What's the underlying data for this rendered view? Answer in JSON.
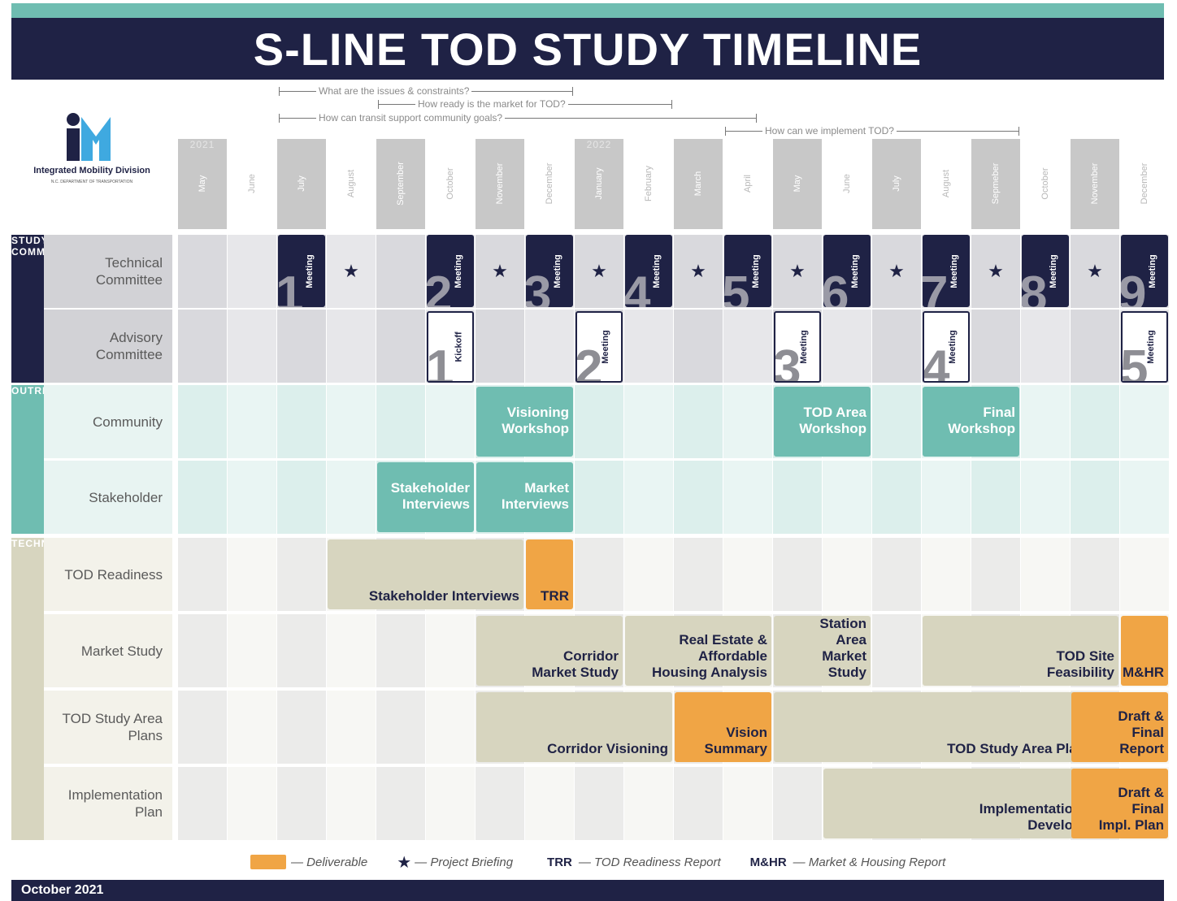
{
  "title": "S-LINE TOD STUDY TIMELINE",
  "footer": "October 2021",
  "logo": {
    "org": "Integrated Mobility Division",
    "sub": "N.C. DEPARTMENT OF TRANSPORTATION",
    "icon": "im-logo-icon"
  },
  "colors": {
    "navy": "#1f2245",
    "teal": "#6fbdb1",
    "tan": "#d7d5bf",
    "orange": "#f0a545",
    "gray": "#c8c8c8"
  },
  "questions": [
    {
      "text": "What are the issues & constraints?",
      "start": 2,
      "end": 8
    },
    {
      "text": "How ready is the market for TOD?",
      "start": 4,
      "end": 10
    },
    {
      "text": "How can transit support community goals?",
      "start": 2,
      "end": 12
    },
    {
      "text": "How can we implement TOD?",
      "start": 11,
      "end": 17
    }
  ],
  "months": [
    {
      "label": "May",
      "year": "2021",
      "shaded": true
    },
    {
      "label": "June",
      "shaded": false
    },
    {
      "label": "July",
      "shaded": true
    },
    {
      "label": "August",
      "shaded": false
    },
    {
      "label": "September",
      "shaded": true
    },
    {
      "label": "October",
      "shaded": false
    },
    {
      "label": "November",
      "shaded": true
    },
    {
      "label": "December",
      "shaded": false
    },
    {
      "label": "January",
      "year": "2022",
      "shaded": true
    },
    {
      "label": "February",
      "shaded": false
    },
    {
      "label": "March",
      "shaded": true
    },
    {
      "label": "April",
      "shaded": false
    },
    {
      "label": "May",
      "shaded": true
    },
    {
      "label": "June",
      "shaded": false
    },
    {
      "label": "July",
      "shaded": true
    },
    {
      "label": "August",
      "shaded": false
    },
    {
      "label": "Sepmeber",
      "shaded": true
    },
    {
      "label": "October",
      "shaded": false
    },
    {
      "label": "November",
      "shaded": true
    },
    {
      "label": "December",
      "shaded": false
    }
  ],
  "sections": [
    {
      "name": "STUDY COMMITTEES",
      "rows": [
        0,
        1
      ]
    },
    {
      "name": "OUTREACH",
      "rows": [
        2,
        3
      ]
    },
    {
      "name": "TECHNICAL",
      "rows": [
        4,
        5,
        6,
        7
      ]
    }
  ],
  "rows": [
    "Technical Committee",
    "Advisory Committee",
    "Community",
    "Stakeholder",
    "TOD Readiness",
    "Market Study",
    "TOD Study Area Plans",
    "Implementation Plan"
  ],
  "technical_meetings": [
    {
      "num": "1",
      "label": "Meeting",
      "month": 2
    },
    {
      "num": "2",
      "label": "Meeting",
      "month": 5
    },
    {
      "num": "3",
      "label": "Meeting",
      "month": 7
    },
    {
      "num": "4",
      "label": "Meeting",
      "month": 9
    },
    {
      "num": "5",
      "label": "Meeting",
      "month": 11
    },
    {
      "num": "6",
      "label": "Meeting",
      "month": 13
    },
    {
      "num": "7",
      "label": "Meeting",
      "month": 15
    },
    {
      "num": "8",
      "label": "Meeting",
      "month": 17
    },
    {
      "num": "9",
      "label": "Meeting",
      "month": 19
    }
  ],
  "briefing_months": [
    3,
    6,
    8,
    10,
    12,
    14,
    16,
    18
  ],
  "advisory_meetings": [
    {
      "num": "1",
      "label": "Kickoff",
      "month": 5
    },
    {
      "num": "2",
      "label": "Meeting",
      "month": 8
    },
    {
      "num": "3",
      "label": "Meeting",
      "month": 12
    },
    {
      "num": "4",
      "label": "Meeting",
      "month": 15
    },
    {
      "num": "5",
      "label": "Meeting",
      "month": 19
    }
  ],
  "activities": [
    {
      "row": 2,
      "start": 6,
      "end": 7,
      "type": "outreach",
      "text": "Visioning\nWorkshop"
    },
    {
      "row": 2,
      "start": 12,
      "end": 13,
      "type": "outreach",
      "text": "TOD Area\nWorkshop"
    },
    {
      "row": 2,
      "start": 15,
      "end": 16,
      "type": "outreach",
      "text": "Final\nWorkshop"
    },
    {
      "row": 3,
      "start": 4,
      "end": 5,
      "type": "outreach",
      "text": "Stakeholder\nInterviews"
    },
    {
      "row": 3,
      "start": 6,
      "end": 7,
      "type": "outreach",
      "text": "Market\nInterviews"
    },
    {
      "row": 4,
      "start": 3,
      "end": 6,
      "type": "task",
      "text": "Stakeholder Interviews"
    },
    {
      "row": 4,
      "start": 7,
      "end": 7,
      "type": "deliverable",
      "text": "TRR"
    },
    {
      "row": 5,
      "start": 6,
      "end": 8,
      "type": "task",
      "text": "Corridor\nMarket Study"
    },
    {
      "row": 5,
      "start": 9,
      "end": 11,
      "type": "task",
      "text": "Real Estate &\nAffordable\nHousing Analysis"
    },
    {
      "row": 5,
      "start": 12,
      "end": 13,
      "type": "task",
      "text": "Station\nArea\nMarket\nStudy"
    },
    {
      "row": 5,
      "start": 15,
      "end": 18,
      "type": "task",
      "text": "TOD Site\nFeasibility"
    },
    {
      "row": 5,
      "start": 19,
      "end": 19,
      "type": "deliverable",
      "text": "M&HR"
    },
    {
      "row": 6,
      "start": 6,
      "end": 9,
      "type": "task",
      "text": "Corridor Visioning"
    },
    {
      "row": 6,
      "start": 10,
      "end": 11,
      "type": "deliverable",
      "text": "Vision\nSummary"
    },
    {
      "row": 6,
      "start": 12,
      "end": 18,
      "type": "task",
      "text": "TOD Study Area Planning"
    },
    {
      "row": 6,
      "start": 18,
      "end": 19,
      "type": "deliverable",
      "text": "Draft &\nFinal\nReport"
    },
    {
      "row": 7,
      "start": 13,
      "end": 18,
      "type": "task",
      "text": "Implementation Plan\nDevelopment"
    },
    {
      "row": 7,
      "start": 18,
      "end": 19,
      "type": "deliverable",
      "text": "Draft &\nFinal\nImpl. Plan"
    }
  ],
  "legend": {
    "deliverable": "— Deliverable",
    "briefing": "— Project Briefing",
    "trr_abbr": "TRR",
    "trr": "— TOD Readiness Report",
    "mhr_abbr": "M&HR",
    "mhr": "— Market & Housing Report"
  }
}
